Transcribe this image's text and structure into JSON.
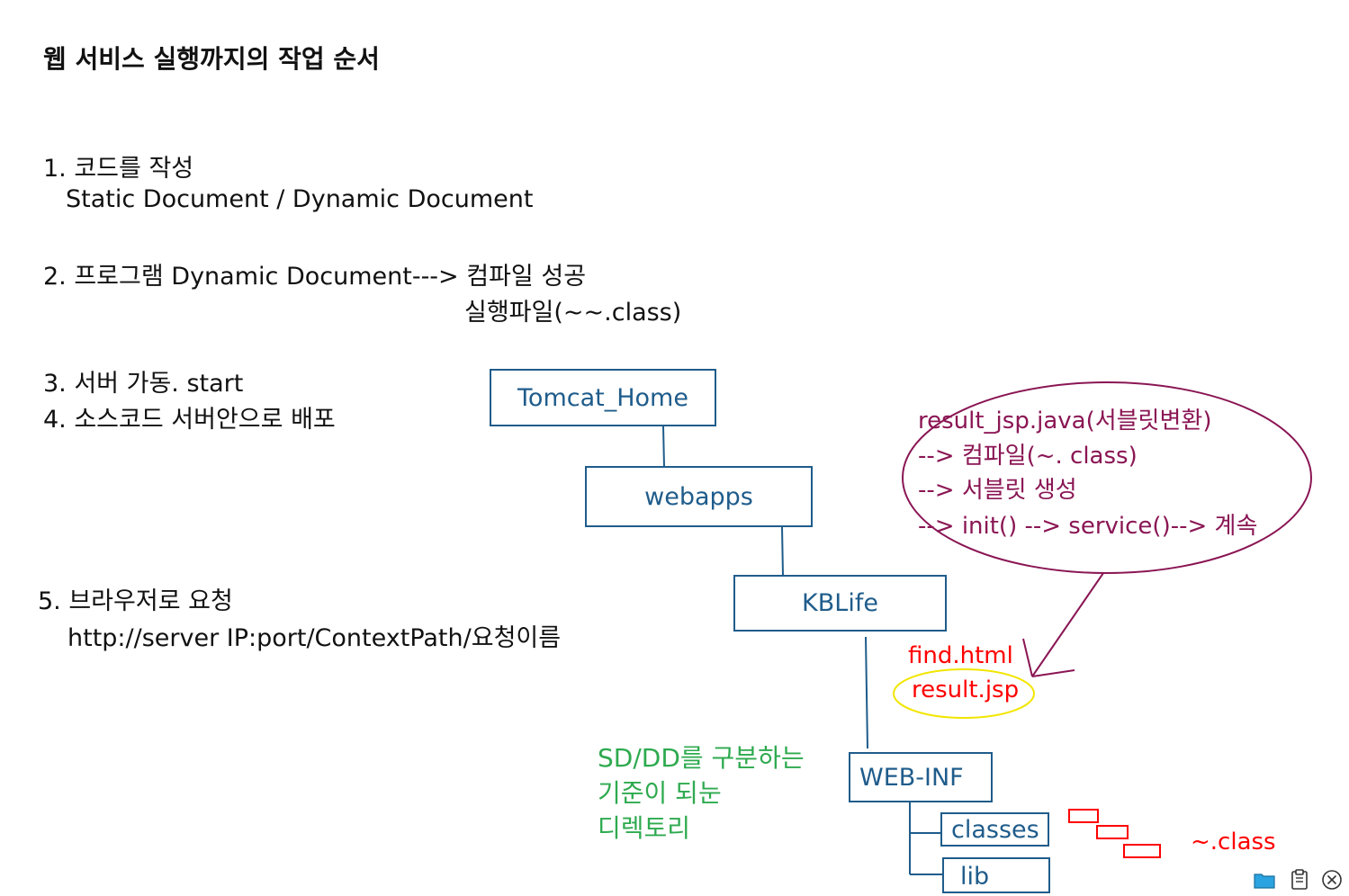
{
  "title": "웹 서비스 실행까지의 작업 순서",
  "steps": {
    "s1_heading": "1. 코드를 작성",
    "s1_detail": "Static Document / Dynamic Document",
    "s2_heading": "2. 프로그램 Dynamic Document---> 컴파일 성공",
    "s2_detail": "실행파일(~~.class)",
    "s3": "3. 서버 가동. start",
    "s4": "4. 소스코드 서버안으로 배포",
    "s5_heading": "5. 브라우저로 요청",
    "s5_detail": "http://server IP:port/ContextPath/요청이름"
  },
  "tree": {
    "root": "Tomcat_Home",
    "webapps": "webapps",
    "context": "KBLife",
    "webinf": "WEB-INF",
    "classes": "classes",
    "lib": "lib"
  },
  "files": {
    "html": "find.html",
    "jsp": "result.jsp",
    "class": "~.class"
  },
  "bubble": {
    "line1": "result_jsp.java(서블릿변환)",
    "line2": " --> 컴파일(~. class)",
    "line3": "--> 서블릿 생성",
    "line4": "--> init() --> service()--> 계속"
  },
  "note": {
    "line1": "SD/DD를 구분하는",
    "line2": "기준이 되눈",
    "line3": "디렉토리"
  },
  "toolbar": [
    "folder-icon",
    "clipboard-icon",
    "close-circle-icon"
  ],
  "colors": {
    "box_blue": "#1f5c8b",
    "bubble_maroon": "#8a1654",
    "file_red": "#ff0000",
    "note_green": "#2eaa4f",
    "jsp_highlight_yellow": "#f2e600"
  }
}
